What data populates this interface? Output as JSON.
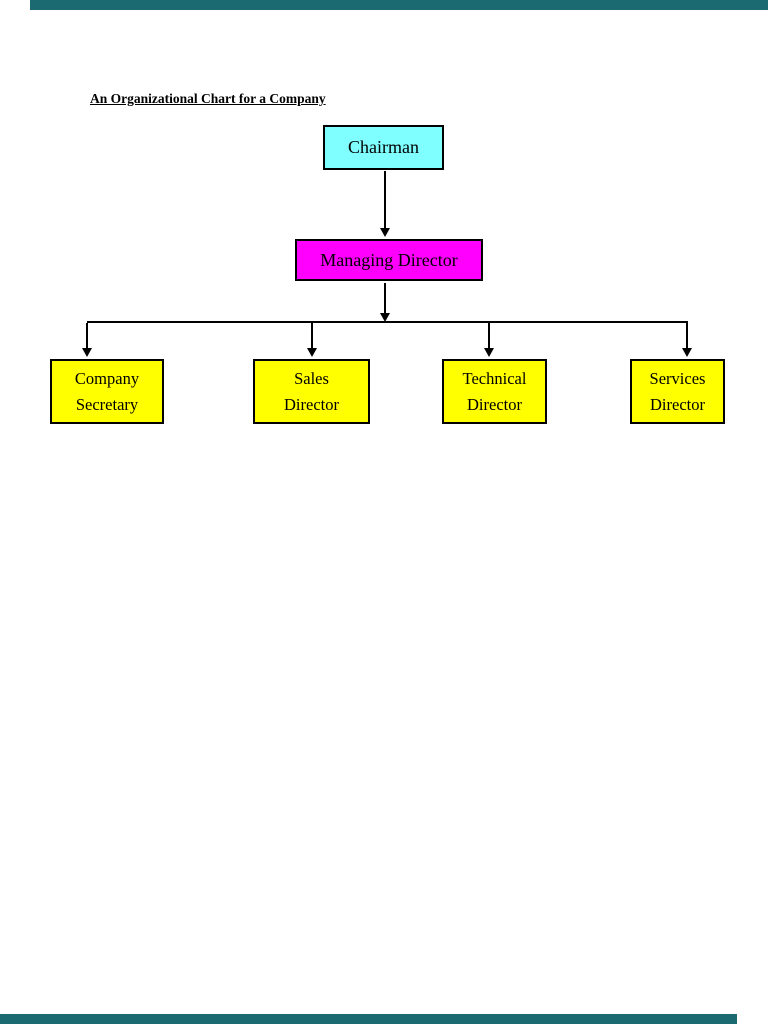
{
  "document": {
    "title": "An Organizational Chart for a Company"
  },
  "colors": {
    "page_background": "#FFFFFF",
    "chairman_fill": "#7FFFFF",
    "managing_director_fill": "#FF00FF",
    "department_fill": "#FFFF00",
    "line": "#000000",
    "text": "#000000",
    "viewer_bar": "#1B6A72"
  },
  "org_chart": {
    "levels": [
      {
        "name": "level-1",
        "nodes": [
          {
            "label": "Chairman"
          }
        ]
      },
      {
        "name": "level-2",
        "nodes": [
          {
            "label": "Managing Director"
          }
        ]
      },
      {
        "name": "level-3",
        "nodes": [
          {
            "lines": [
              "Company",
              "Secretary"
            ]
          },
          {
            "lines": [
              "Sales",
              "Director"
            ]
          },
          {
            "lines": [
              "Technical",
              "Director"
            ]
          },
          {
            "lines": [
              "Services",
              "Director"
            ]
          }
        ]
      }
    ]
  }
}
